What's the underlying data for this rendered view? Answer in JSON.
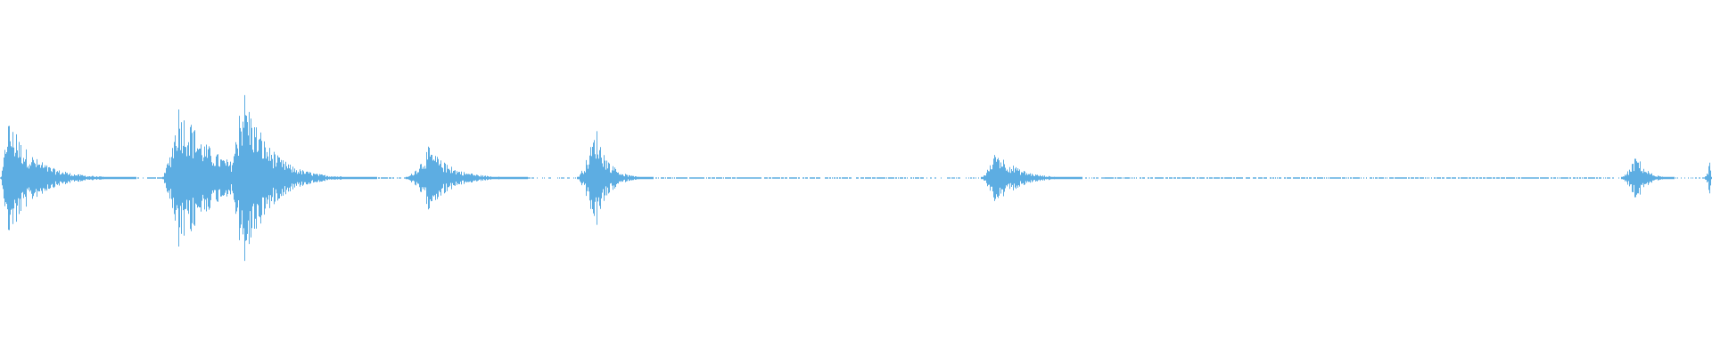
{
  "waveform": {
    "color": "#5dade2",
    "background": "#ffffff",
    "bursts": [
      {
        "start": 0.0,
        "peak": 0.004,
        "end": 0.085,
        "amplitude": 0.68
      },
      {
        "start": 0.094,
        "peak": 0.104,
        "end": 0.215,
        "amplitude": 0.83
      },
      {
        "start": 0.131,
        "peak": 0.142,
        "end": 0.22,
        "amplitude": 1.0
      },
      {
        "start": 0.236,
        "peak": 0.25,
        "end": 0.322,
        "amplitude": 0.34
      },
      {
        "start": 0.336,
        "peak": 0.348,
        "end": 0.385,
        "amplitude": 0.57
      },
      {
        "start": 0.572,
        "peak": 0.582,
        "end": 0.645,
        "amplitude": 0.31
      },
      {
        "start": 0.946,
        "peak": 0.956,
        "end": 0.985,
        "amplitude": 0.26
      },
      {
        "start": 0.995,
        "peak": 0.999,
        "end": 1.0,
        "amplitude": 0.22
      }
    ],
    "quiet_segments": [
      {
        "start": 0.085,
        "end": 0.095
      },
      {
        "start": 0.215,
        "end": 0.232
      },
      {
        "start": 0.385,
        "end": 0.54
      },
      {
        "start": 0.645,
        "end": 0.935
      }
    ]
  }
}
